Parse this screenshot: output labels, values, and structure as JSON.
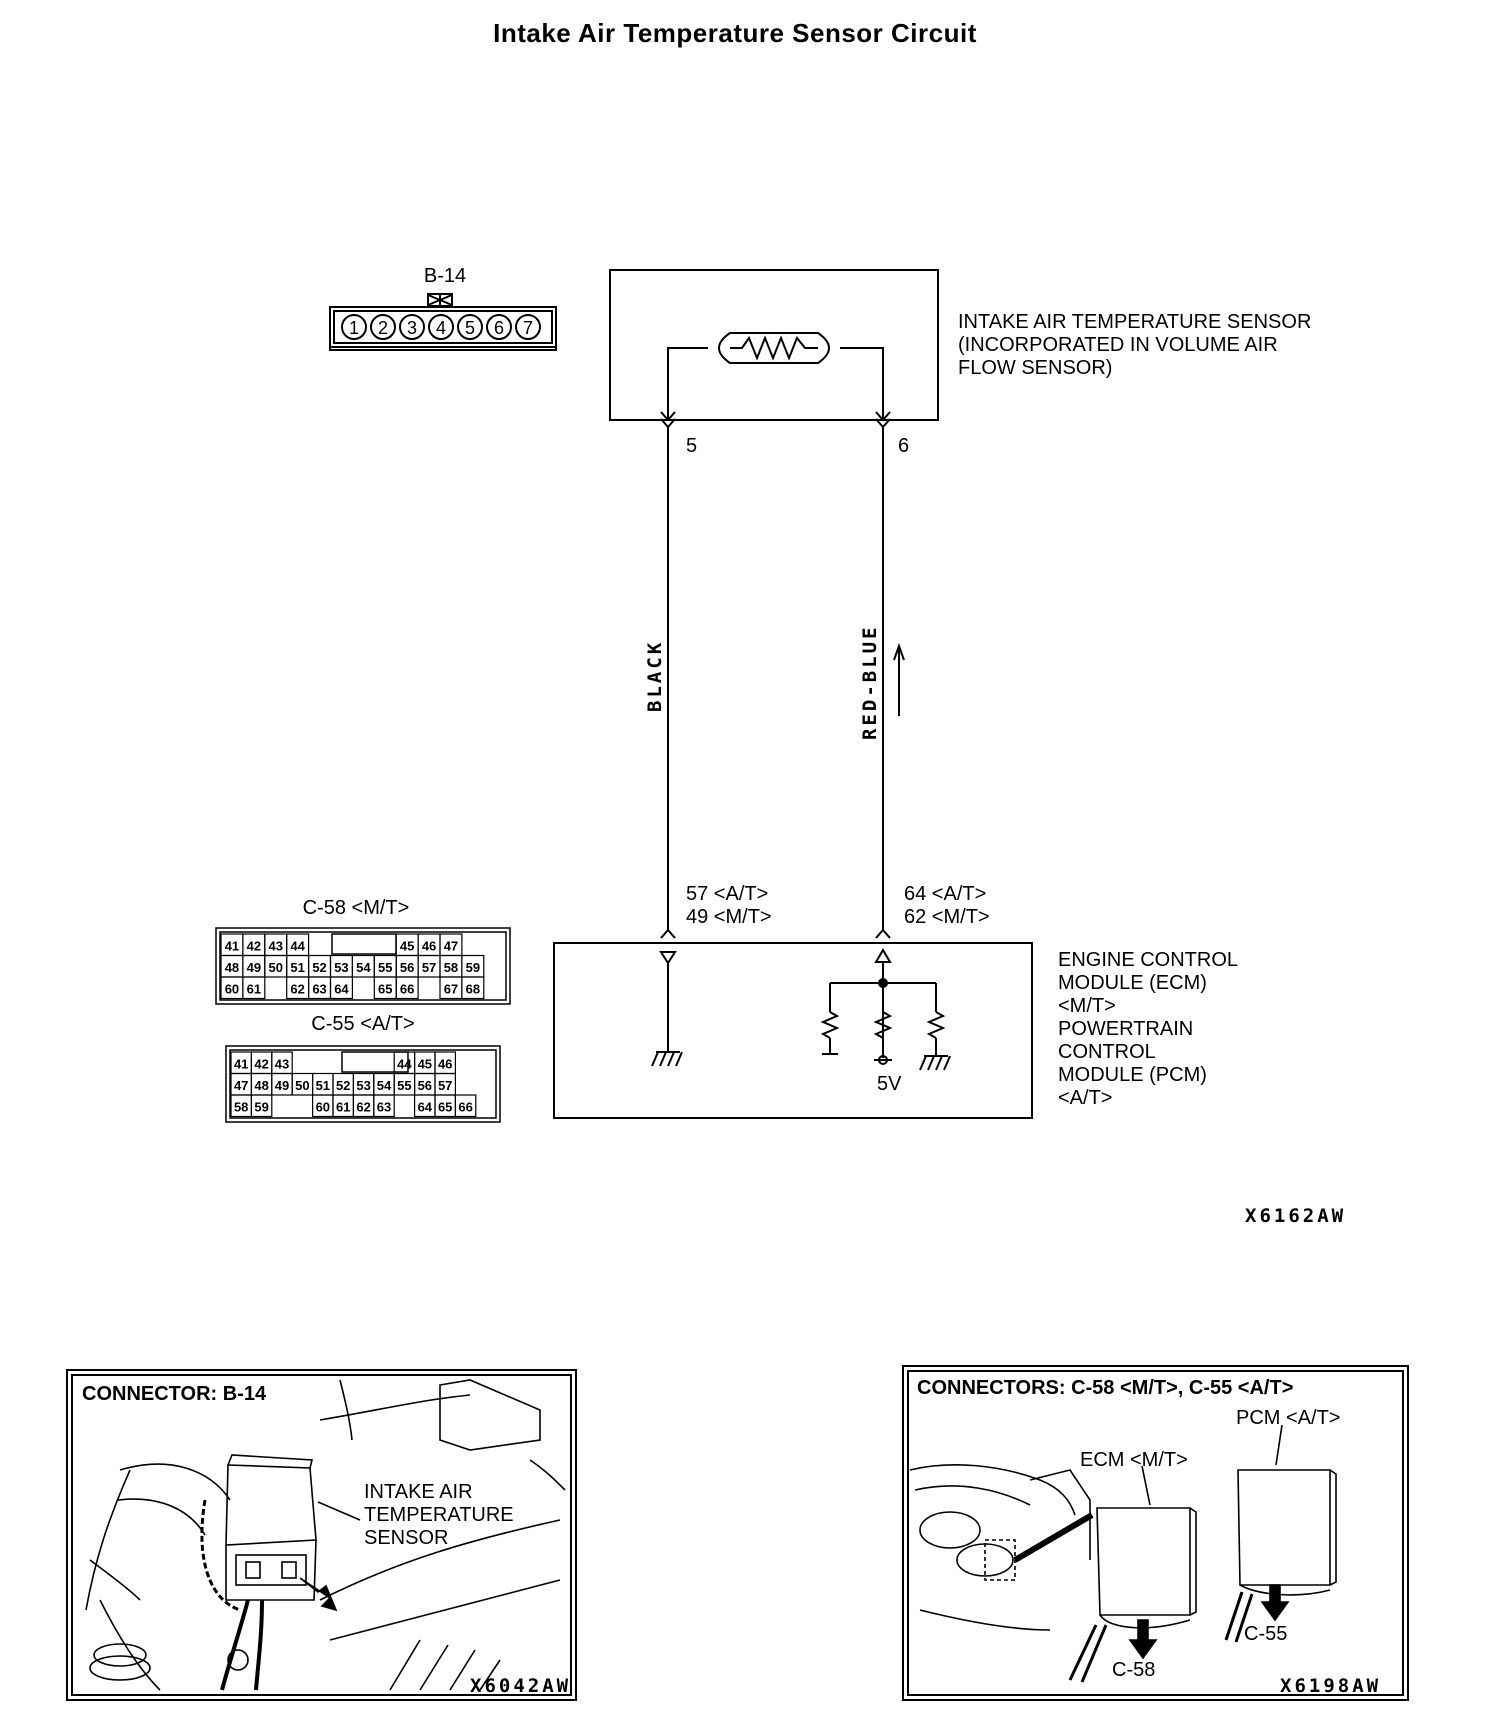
{
  "title": "Intake Air Temperature Sensor Circuit",
  "b14": {
    "label": "B-14",
    "pins": [
      "1",
      "2",
      "3",
      "4",
      "5",
      "6",
      "7"
    ]
  },
  "sensor": {
    "lines": [
      "INTAKE AIR TEMPERATURE SENSOR",
      "(INCORPORATED IN VOLUME AIR",
      "FLOW SENSOR)"
    ],
    "pin_left": "5",
    "pin_right": "6"
  },
  "wires": {
    "left_color": "BLACK",
    "right_color": "RED-BLUE"
  },
  "ecm_pins": {
    "left_at": "57 <A/T>",
    "left_mt": "49 <M/T>",
    "right_at": "64 <A/T>",
    "right_mt": "62 <M/T>",
    "supply": "5V"
  },
  "ecm": {
    "lines": [
      "ENGINE CONTROL",
      "MODULE (ECM)",
      "<M/T>",
      "POWERTRAIN",
      "CONTROL",
      "MODULE (PCM)",
      "<A/T>"
    ]
  },
  "c58": {
    "label": "C-58 <M/T>",
    "rows": [
      [
        "41",
        "42",
        "43",
        "44",
        "45",
        "46",
        "47"
      ],
      [
        "48",
        "49",
        "50",
        "51",
        "52",
        "53",
        "54",
        "55",
        "56",
        "57",
        "58",
        "59"
      ],
      [
        "60",
        "61",
        "62",
        "63",
        "64",
        "65",
        "66",
        "67",
        "68"
      ]
    ]
  },
  "c55": {
    "label": "C-55 <A/T>",
    "rows": [
      [
        "41",
        "42",
        "43",
        "44",
        "45",
        "46"
      ],
      [
        "47",
        "48",
        "49",
        "50",
        "51",
        "52",
        "53",
        "54",
        "55",
        "56",
        "57"
      ],
      [
        "58",
        "59",
        "60",
        "61",
        "62",
        "63",
        "64",
        "65",
        "66"
      ]
    ]
  },
  "code_main": "X6162AW",
  "panel_left": {
    "heading": "CONNECTOR: B-14",
    "callout": [
      "INTAKE AIR",
      "TEMPERATURE",
      "SENSOR"
    ],
    "code": "X6042AW"
  },
  "panel_right": {
    "heading": "CONNECTORS: C-58 <M/T>, C-55 <A/T>",
    "pcm": "PCM <A/T>",
    "ecm": "ECM <M/T>",
    "c55": "C-55",
    "c58": "C-58",
    "code": "X6198AW"
  }
}
